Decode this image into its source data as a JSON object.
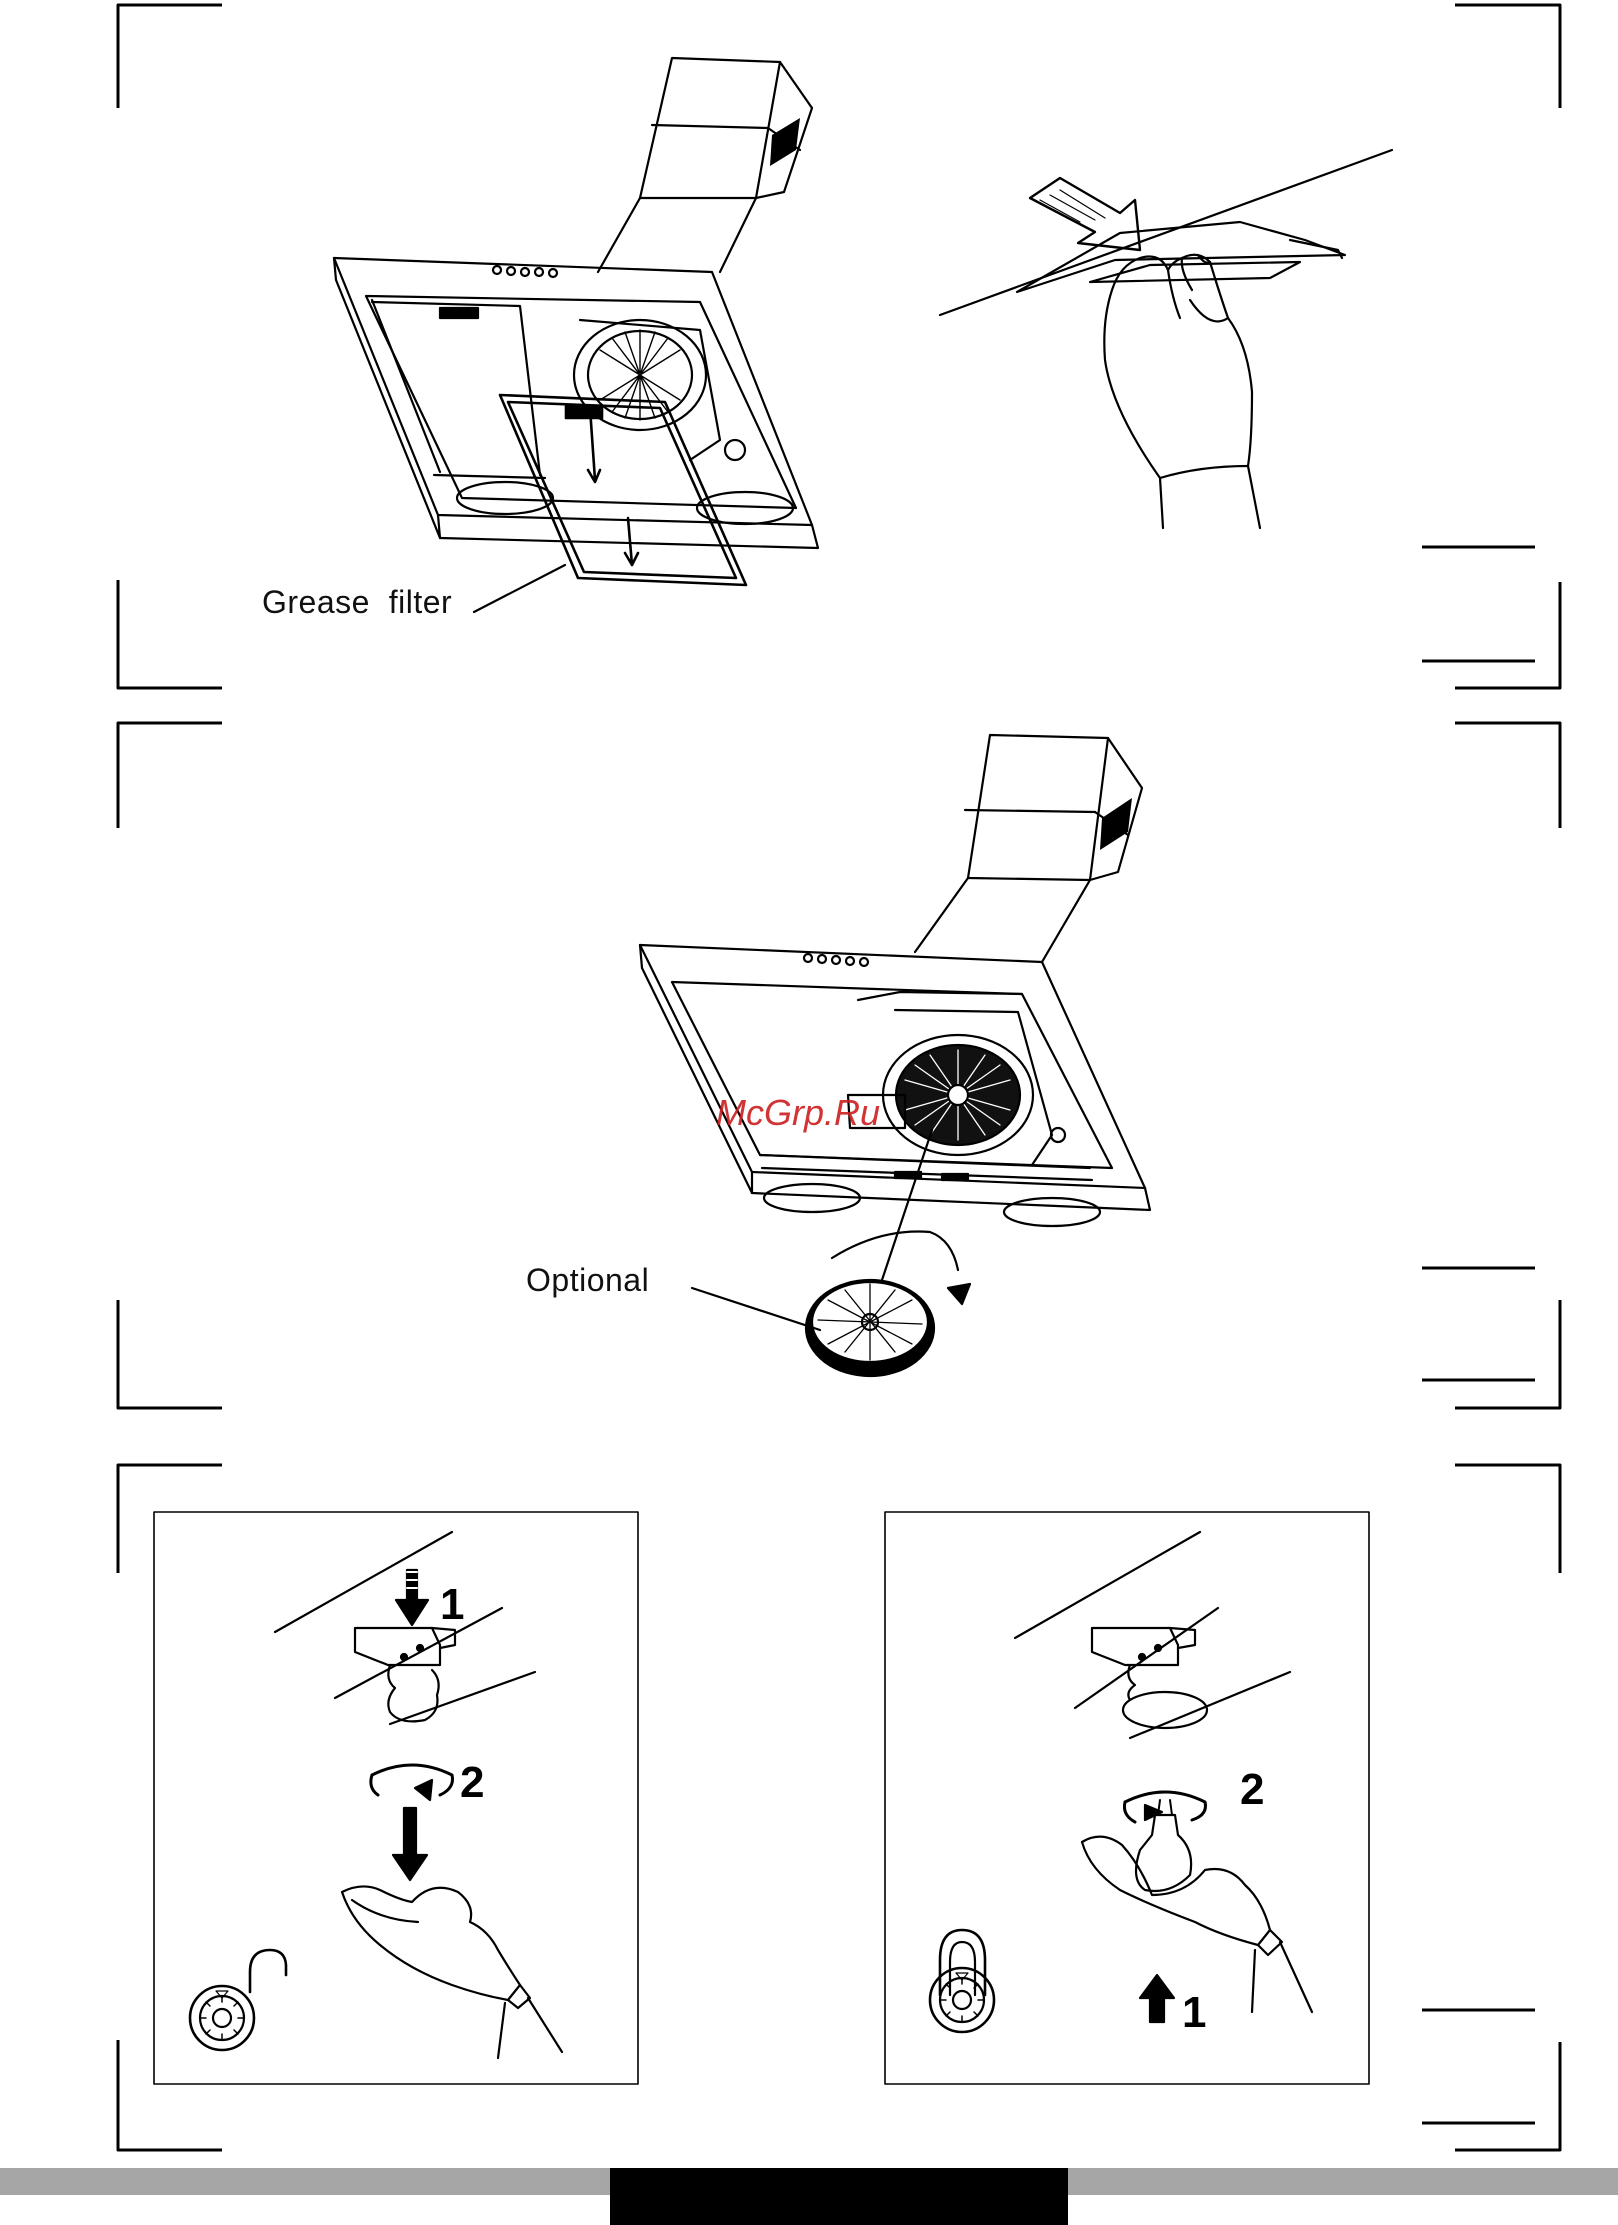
{
  "labels": {
    "grease_filter": "Grease  filter",
    "optional": "Optional"
  },
  "watermark": "McGrp.Ru",
  "steps": {
    "left_panel": {
      "step1": "1",
      "step2": "2"
    },
    "right_panel": {
      "step1": "1",
      "step2": "2"
    }
  },
  "icons": {
    "unlock": "padlock-open-icon",
    "lock": "padlock-closed-icon"
  },
  "colors": {
    "line": "#000000",
    "footer_bar": "#a6a6a6",
    "footer_block": "#000000",
    "watermark": "#cc1f1f"
  }
}
